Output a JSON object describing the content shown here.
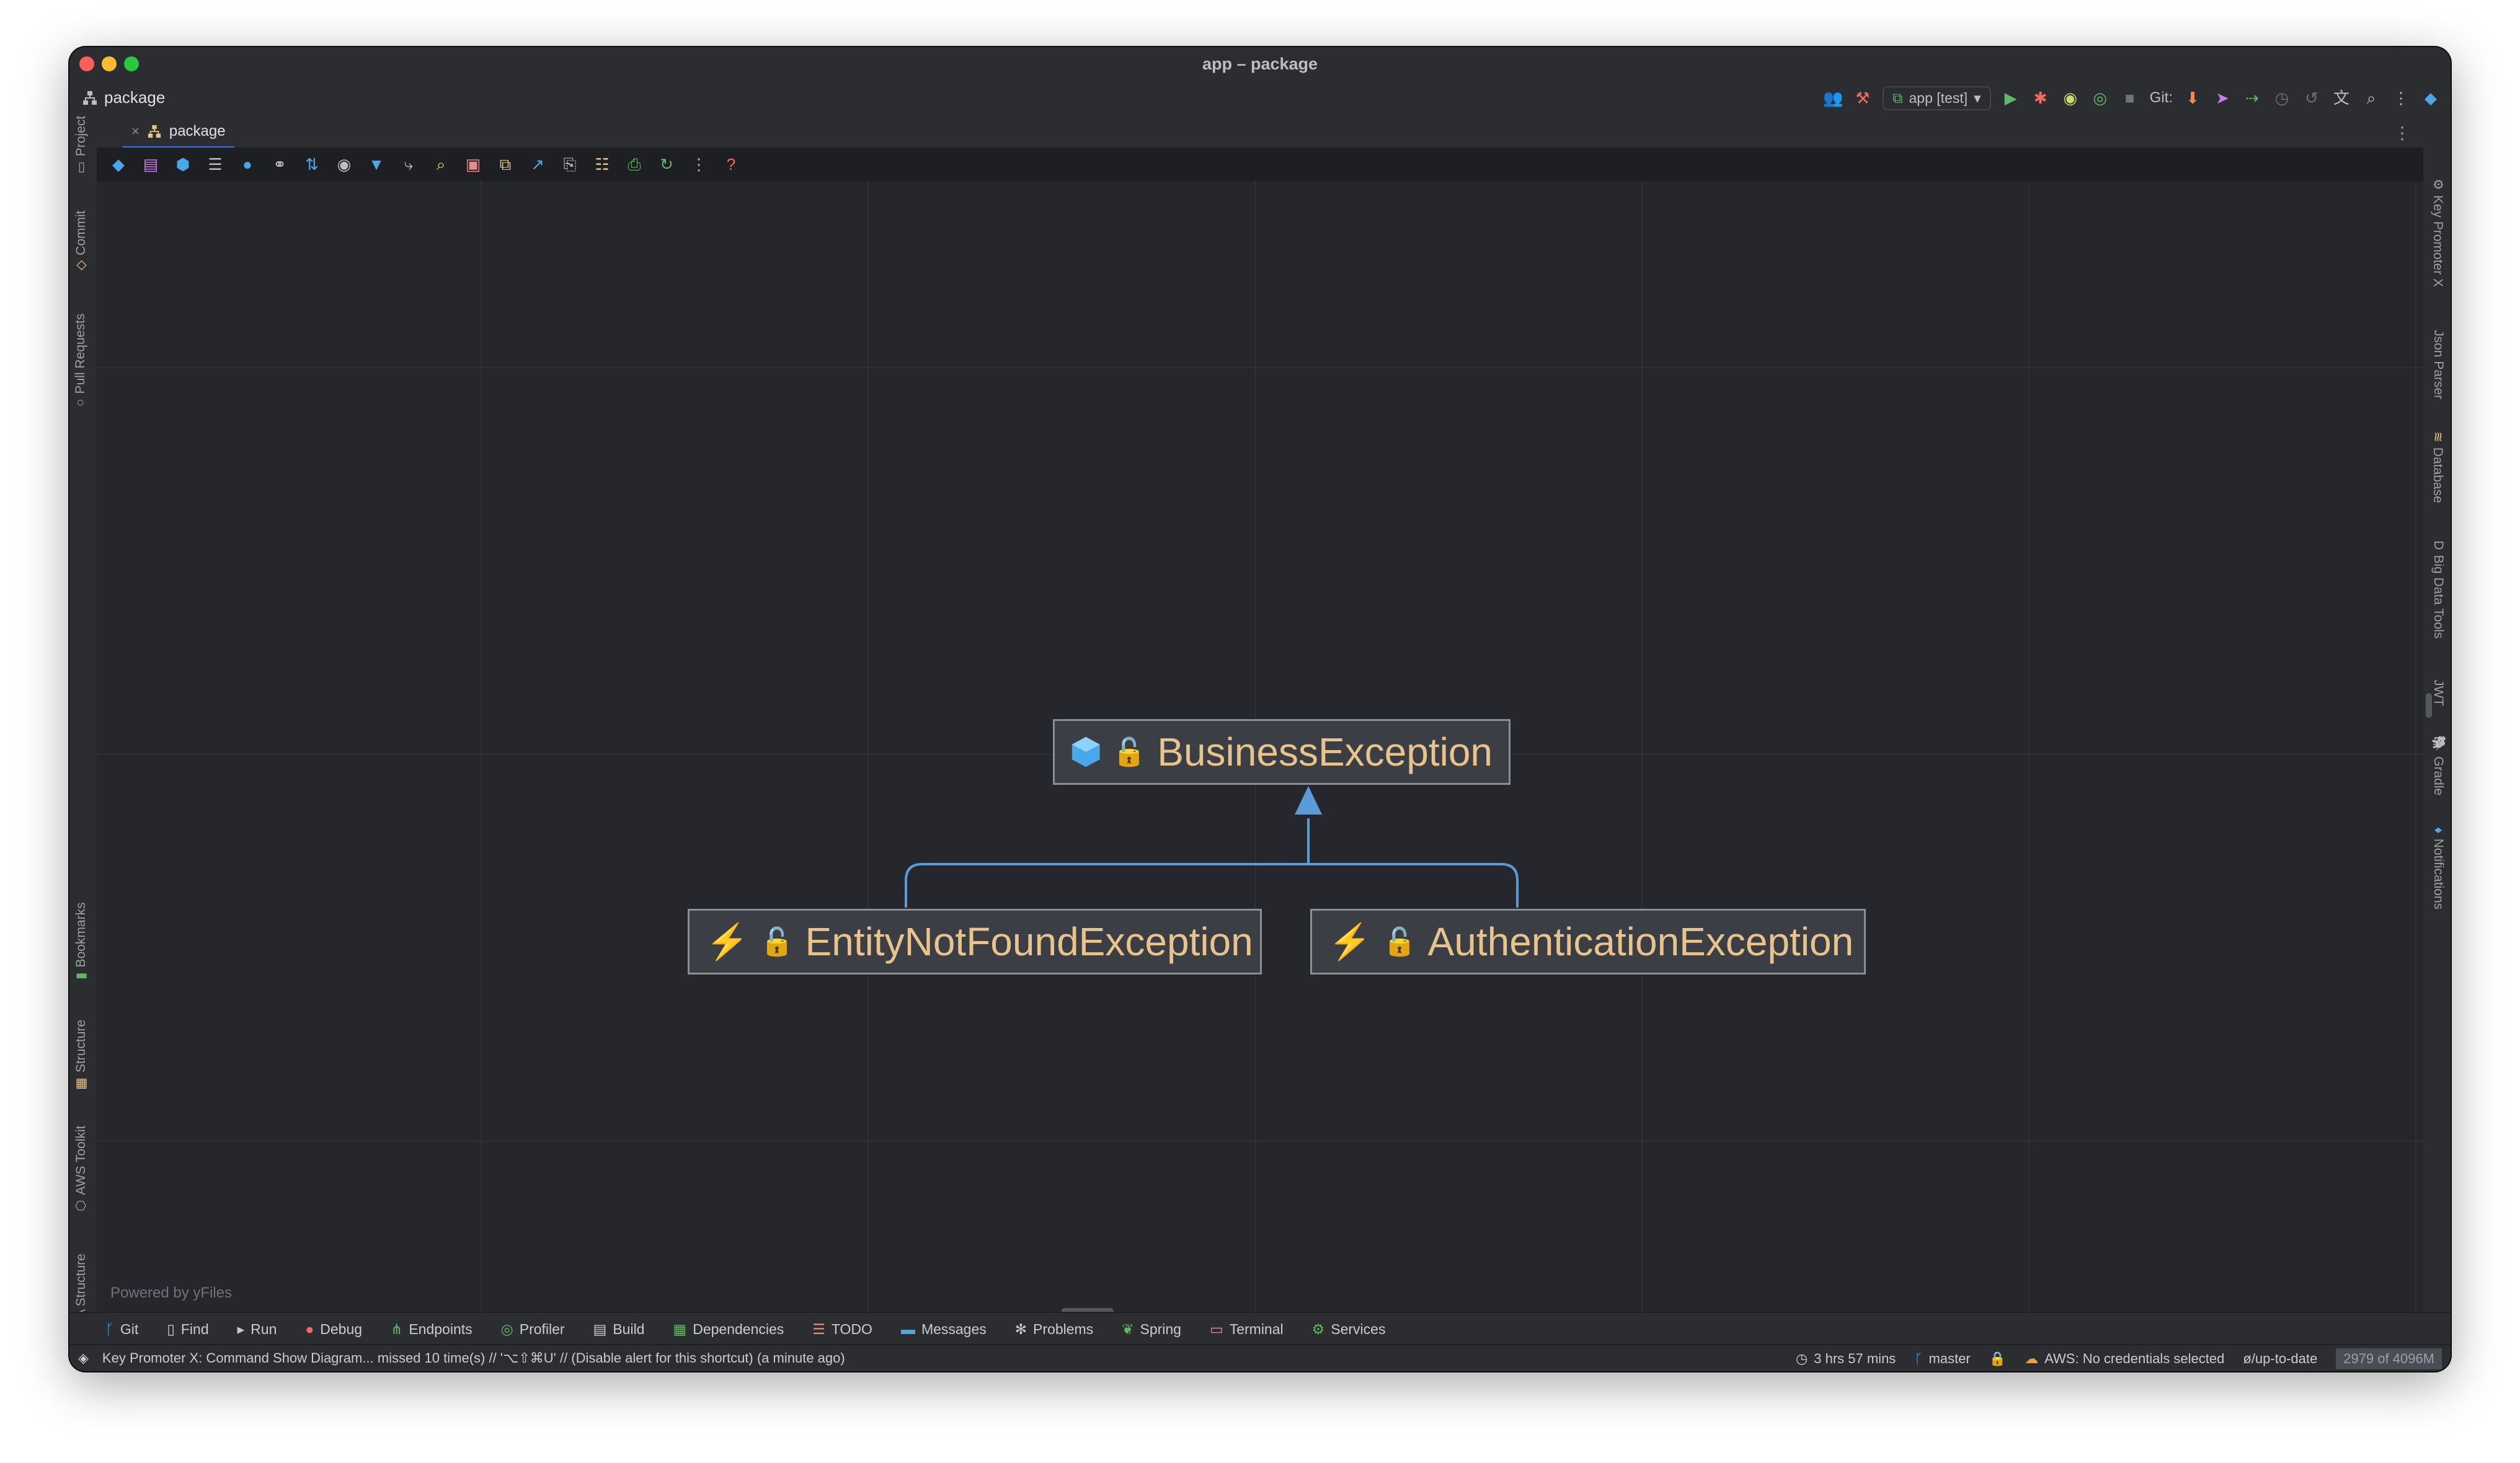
{
  "window": {
    "title": "app – package"
  },
  "toolbar": {
    "project": "package",
    "run_config": "app [test]",
    "git_label": "Git:"
  },
  "tab": {
    "label": "package",
    "close": "×"
  },
  "left_tools": [
    "Project",
    "Commit",
    "Pull Requests",
    "Bookmarks",
    "Structure",
    "AWS Toolkit",
    "JPA Structure"
  ],
  "right_tools": [
    "Key Promoter X",
    "Json Parser",
    "Database",
    "Big Data Tools",
    "JWT",
    "Gradle",
    "Notifications"
  ],
  "diagram": {
    "parent": "BusinessException",
    "children": [
      "EntityNotFoundException",
      "AuthenticationException"
    ],
    "powered_by": "Powered by yFiles",
    "colors": {
      "edge": "#5b9bd8",
      "node_text": "#e8c48b",
      "node_fill": "#3b3e44"
    }
  },
  "tool_windows": [
    "Git",
    "Find",
    "Run",
    "Debug",
    "Endpoints",
    "Profiler",
    "Build",
    "Dependencies",
    "TODO",
    "Messages",
    "Problems",
    "Spring",
    "Terminal",
    "Services"
  ],
  "status": {
    "message": "Key Promoter X: Command Show Diagram... missed 10 time(s) // '⌥⇧⌘U' // (Disable alert for this shortcut) (a minute ago)",
    "time": "3 hrs 57 mins",
    "branch": "master",
    "aws": "AWS: No credentials selected",
    "vcs": "ø/up-to-date",
    "memory": "2979 of 4096M"
  }
}
